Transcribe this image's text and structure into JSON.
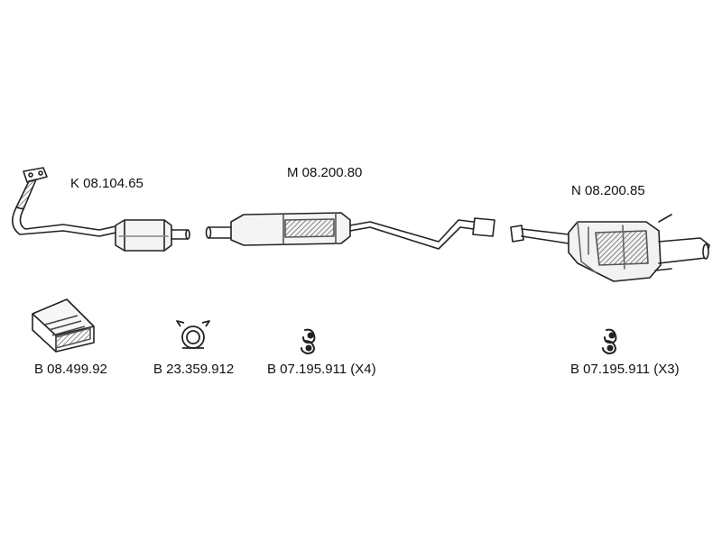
{
  "parts": {
    "front_pipe": {
      "code": "K 08.104.65"
    },
    "middle_silencer": {
      "code": "M 08.200.80"
    },
    "rear_silencer": {
      "code": "N 08.200.85"
    }
  },
  "accessories": {
    "mounting_kit": {
      "code": "B 08.499.92"
    },
    "clamp": {
      "code": "B 23.359.912"
    },
    "hanger_middle": {
      "code": "B 07.195.911 (X4)"
    },
    "hanger_rear": {
      "code": "B 07.195.911 (X3)"
    }
  },
  "colors": {
    "line": "#222222",
    "shade": "#888888",
    "background": "#ffffff"
  }
}
